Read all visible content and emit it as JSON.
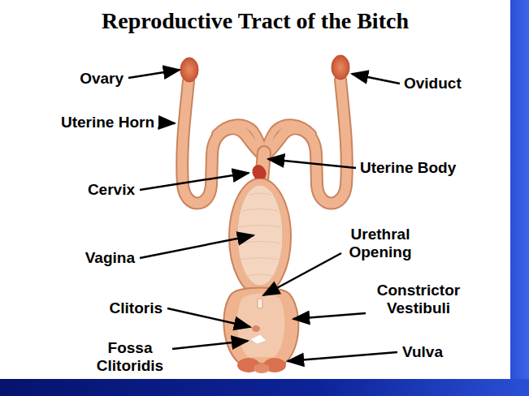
{
  "diagram": {
    "title": "Reproductive Tract of the Bitch",
    "labels": [
      "Ovary",
      "Oviduct",
      "Uterine Horn",
      "Uterine Body",
      "Cervix",
      "Vagina",
      "Urethral Opening",
      "Constrictor Vestibuli",
      "Clitoris",
      "Fossa Clitoridis",
      "Vulva"
    ]
  }
}
